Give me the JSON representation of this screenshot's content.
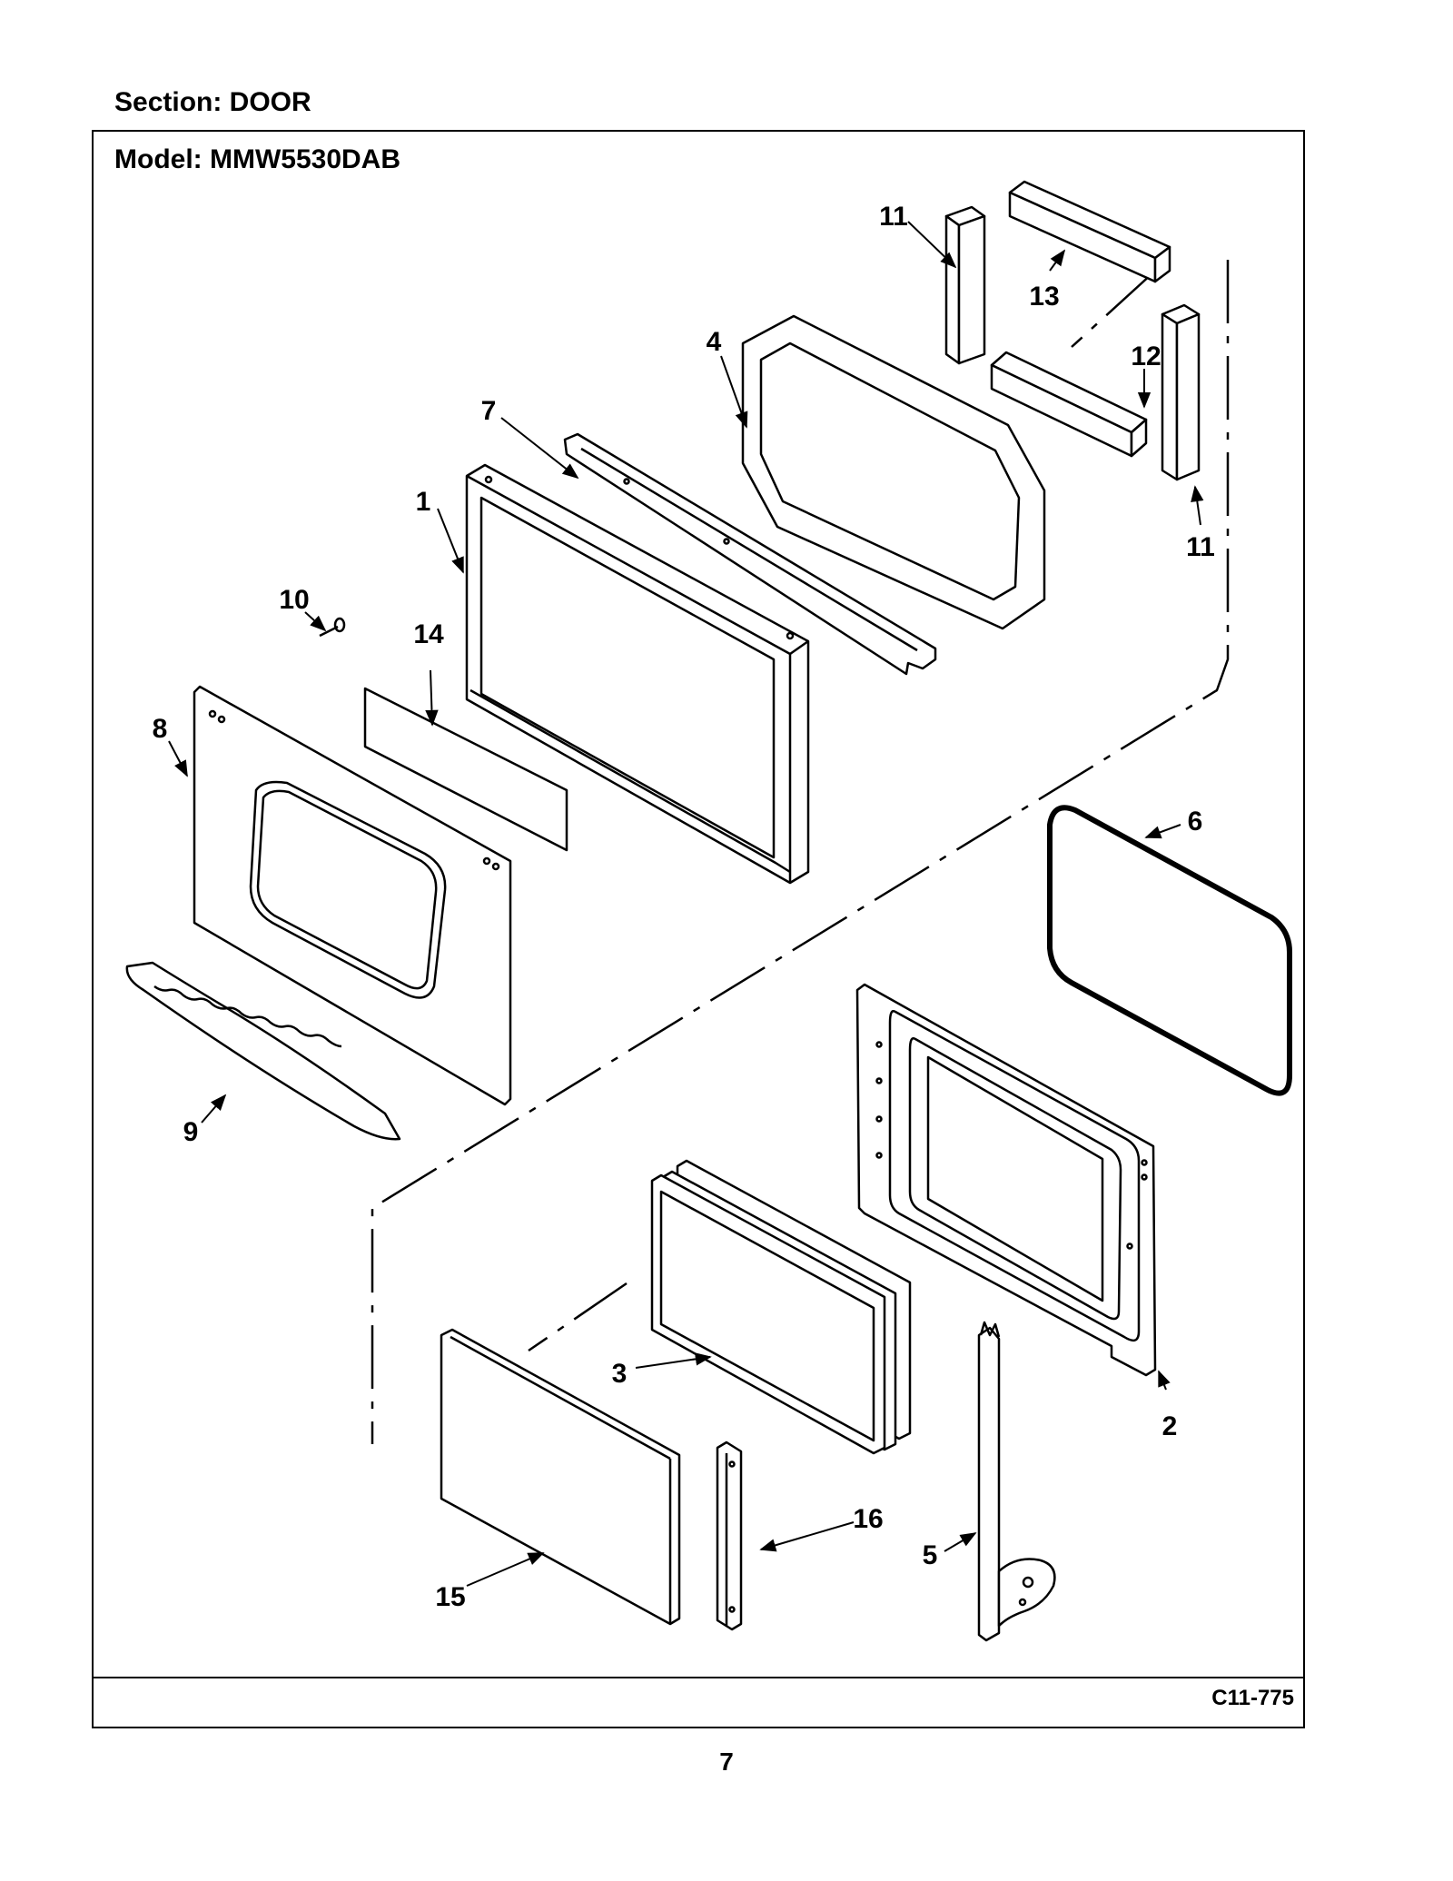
{
  "header": {
    "section_label": "Section:  DOOR",
    "model_label": "Model:  MMW5530DAB"
  },
  "footer": {
    "drawing_code": "C11-775",
    "page_number": "7"
  },
  "callouts": [
    "1",
    "2",
    "3",
    "4",
    "5",
    "6",
    "7",
    "8",
    "9",
    "10",
    "11",
    "11",
    "12",
    "13",
    "14",
    "15",
    "16"
  ],
  "colors": {
    "line": "#000000",
    "background": "#ffffff"
  }
}
